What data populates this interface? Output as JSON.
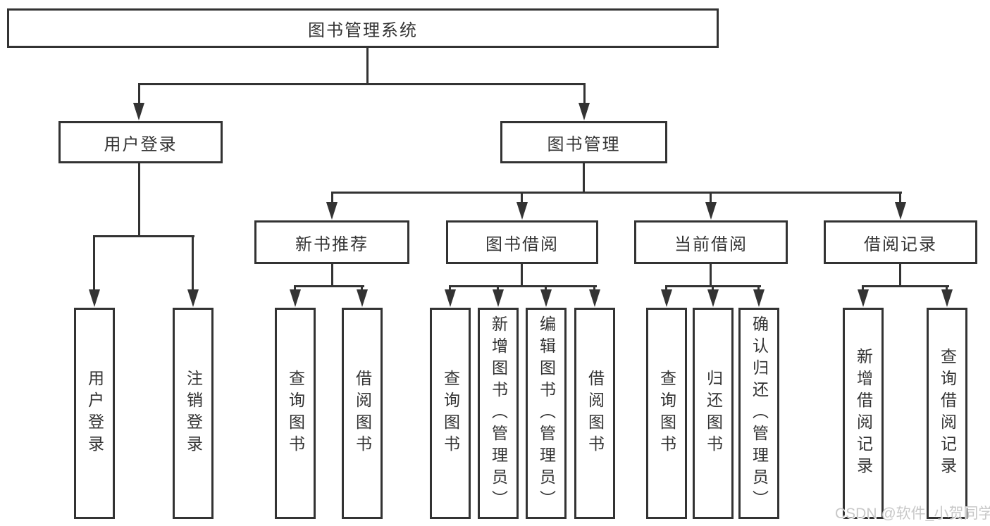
{
  "diagram": {
    "title": "图书管理系统",
    "root": "图书管理系统",
    "level2": [
      "用户登录",
      "图书管理"
    ],
    "level3": [
      "新书推荐",
      "图书借阅",
      "当前借阅",
      "借阅记录"
    ],
    "leaves": [
      "用户登录",
      "注销登录",
      "查询图书",
      "借阅图书",
      "查询图书",
      "新增图书（管理员）",
      "编辑图书（管理员）",
      "借阅图书",
      "查询图书",
      "归还图书",
      "确认归还（管理员）",
      "新增借阅记录",
      "查询借阅记录"
    ]
  },
  "watermark": "CSDN @软件_小贺同学",
  "colors": {
    "line": "#333333",
    "text": "#333333",
    "background": "#ffffff",
    "watermark": "#c8c8c8"
  }
}
